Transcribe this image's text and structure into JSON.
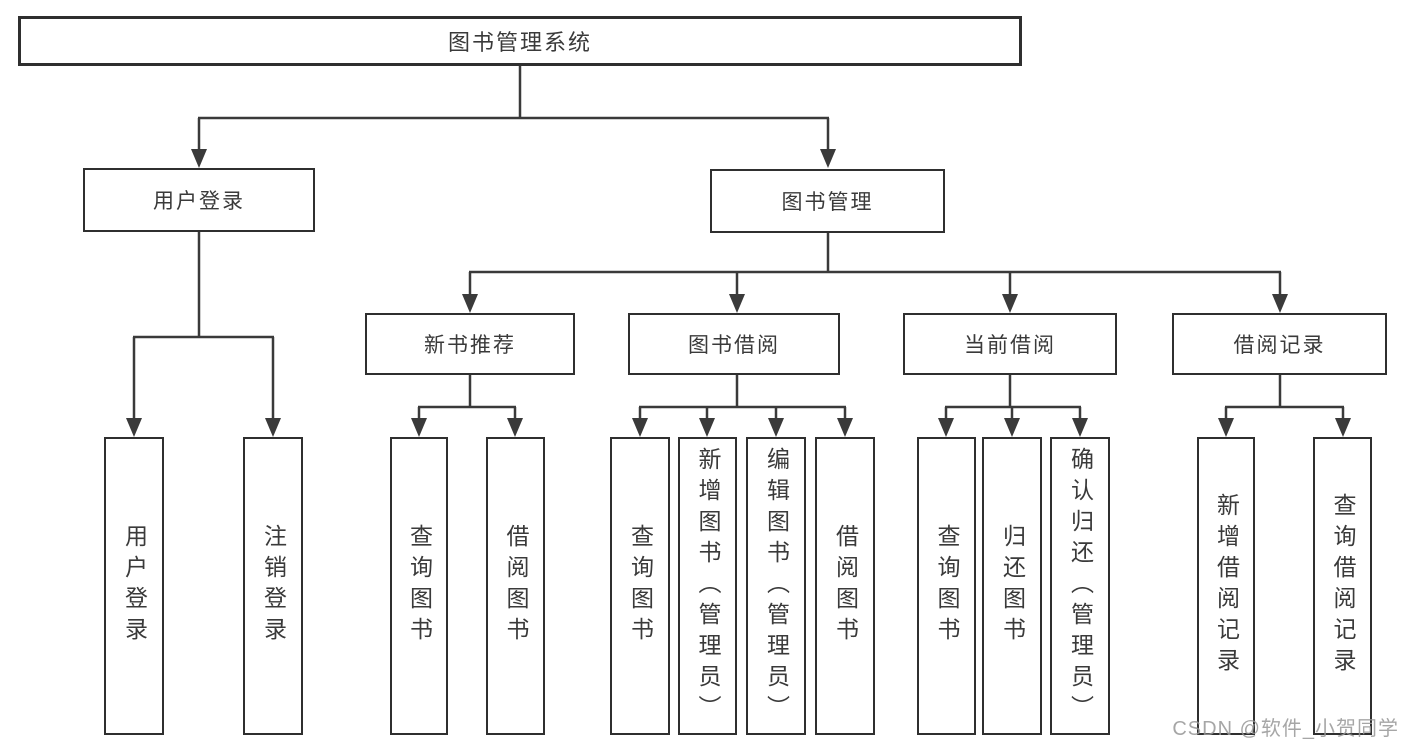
{
  "diagram": {
    "root": {
      "label": "图书管理系统"
    },
    "level2": {
      "user_login": {
        "label": "用户登录"
      },
      "book_mgmt": {
        "label": "图书管理"
      }
    },
    "level3": {
      "new_book": {
        "label": "新书推荐"
      },
      "book_borrow": {
        "label": "图书借阅"
      },
      "current_borrow": {
        "label": "当前借阅"
      },
      "borrow_record": {
        "label": "借阅记录"
      }
    },
    "leaves": {
      "user_login": [
        "用户登录",
        "注销登录"
      ],
      "new_book": [
        "查询图书",
        "借阅图书"
      ],
      "book_borrow": [
        "查询图书",
        "新增图书（管理员）",
        "编辑图书（管理员）",
        "借阅图书"
      ],
      "current_borrow": [
        "查询图书",
        "归还图书",
        "确认归还（管理员）"
      ],
      "borrow_record": [
        "新增借阅记录",
        "查询借阅记录"
      ]
    },
    "watermark": "CSDN @软件_小贺同学",
    "colors": {
      "line": "#3a3a3a",
      "border": "#2f2f2f",
      "text": "#3a3a3a",
      "watermark": "#969696",
      "background": "#ffffff"
    }
  }
}
